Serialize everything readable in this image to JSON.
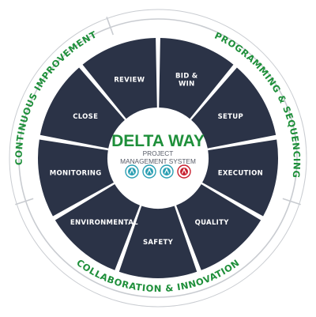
{
  "diagram": {
    "center": {
      "title": "DELTA WAY",
      "subtitle_line1": "PROJECT",
      "subtitle_line2": "MANAGEMENT SYSTEM",
      "logos": [
        {
          "name": "cert-badge-1-icon",
          "color": "#2a9fb3"
        },
        {
          "name": "cert-badge-2-icon",
          "color": "#2a9fb3"
        },
        {
          "name": "cert-badge-3-icon",
          "color": "#2a9fb3"
        },
        {
          "name": "cert-badge-4-icon",
          "color": "#c8202f"
        }
      ]
    },
    "segments": [
      "BID &\nWIN",
      "SETUP",
      "EXECUTION",
      "QUALITY",
      "SAFETY",
      "ENVIRONMENTAL",
      "MONITORING",
      "CLOSE",
      "REVIEW"
    ],
    "outer_ring": {
      "top_left": "CONTINUOUS IMPROVEMENT",
      "top_right": "PROGRAMMING & SEQUENCING",
      "bottom": "COLLABORATION & INNOVATION"
    },
    "colors": {
      "segment": "#2b3347",
      "accent_green": "#1e8f3a",
      "ring_line": "#c9ccd1",
      "center_fill": "#ffffff"
    }
  }
}
